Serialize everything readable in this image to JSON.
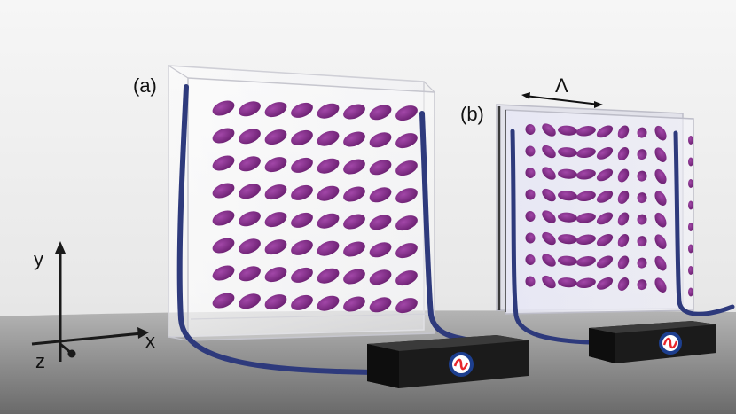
{
  "panels": {
    "a_label": "(a)",
    "b_label": "(b)"
  },
  "period_label": "Λ",
  "axes": {
    "x": "x",
    "y": "y",
    "z": "z"
  },
  "colors": {
    "molecule": "#7b2a80",
    "cable": "#2e3a7c",
    "box": "#1b1b1b",
    "background_top": "#f4f4f4",
    "floor": "#9a9a9a",
    "power_symbol": "#e8262b",
    "power_ring": "#1d3f8f"
  },
  "icons": [
    "ac-power-icon",
    "ac-power-icon"
  ]
}
